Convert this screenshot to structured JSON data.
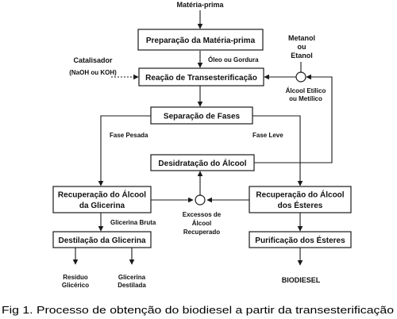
{
  "labels": {
    "materia_prima": "Matéria-prima",
    "oleo": "Óleo ou Gordura",
    "metanol": "Metanol",
    "ou": "ou",
    "etanol": "Etanol",
    "catalisador": "Catalisador",
    "catalisador_tipo": "(NaOH ou KOH)",
    "alcool_etilico": "Álcool Etílico",
    "ou_metilico": "ou Metílico",
    "fase_pesada": "Fase Pesada",
    "fase_leve": "Fase Leve",
    "glicerina_bruta": "Glicerina Bruta",
    "excessos": "Excessos de",
    "alcool": "Álcool",
    "recuperado": "Recuperado",
    "residuo": "Resíduo",
    "glicerico": "Glicérico",
    "glicerina": "Glicerina",
    "destilada": "Destilada",
    "biodiesel": "BIODIESEL"
  },
  "boxes": {
    "preparacao": "Preparação da  Matéria-prima",
    "reacao": "Reação de Transesterificação",
    "separacao": "Separação de Fases",
    "desidratacao": "Desidratação do Álcool",
    "rec_glicerina_1": "Recuperação do Álcool",
    "rec_glicerina_2": "da Glicerina",
    "rec_esteres_1": "Recuperação do Álcool",
    "rec_esteres_2": "dos Ésteres",
    "destilacao": "Destilação da Glicerina",
    "purificacao": "Purificação dos Ésteres"
  },
  "caption": "Fig 1. Processo de obtenção do biodiesel a partir da transesterificação"
}
